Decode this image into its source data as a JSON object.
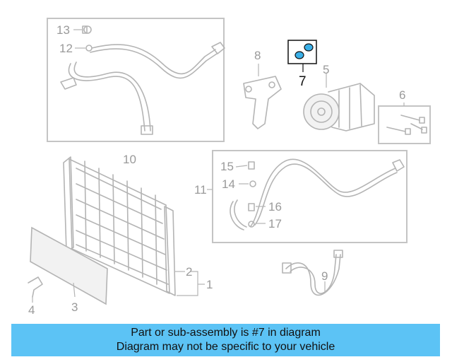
{
  "diagram": {
    "highlighted_part": "7",
    "callouts": [
      "1",
      "2",
      "3",
      "4",
      "5",
      "6",
      "7",
      "8",
      "9",
      "10",
      "11",
      "12",
      "13",
      "14",
      "15",
      "16",
      "17"
    ]
  },
  "banner": {
    "line1": "Part or sub-assembly is #7 in diagram",
    "line2": "Diagram may not be specific to your vehicle",
    "background": "#5cc3f5"
  },
  "colors": {
    "part_lines": "#b4b4b4",
    "highlight": "#111111",
    "cap_accent": "#3ab0e8"
  }
}
